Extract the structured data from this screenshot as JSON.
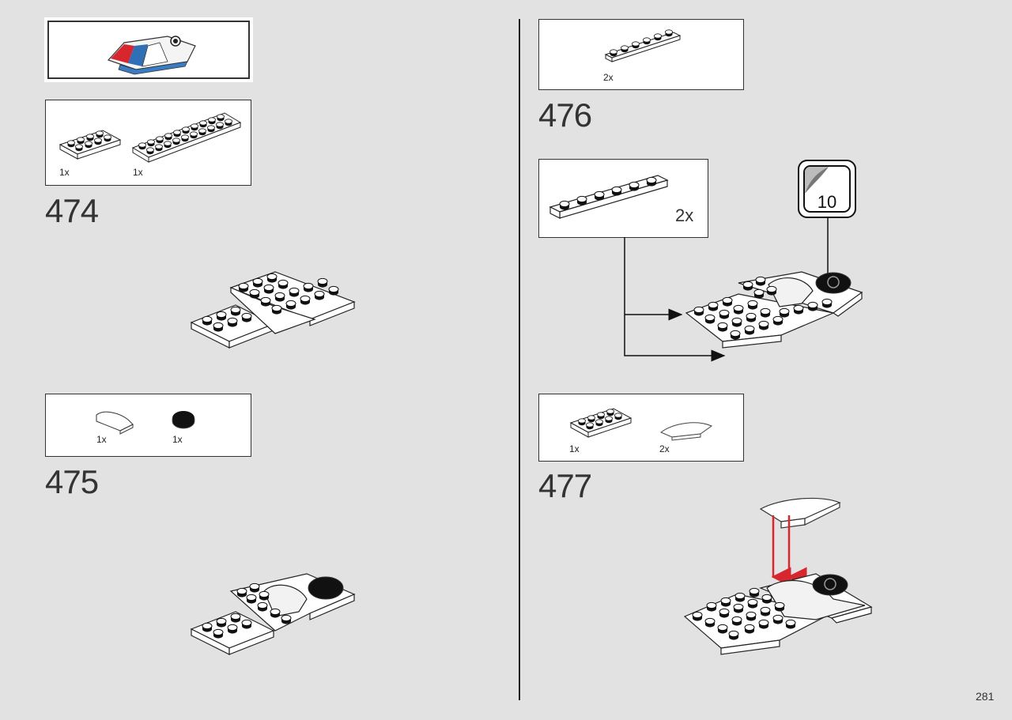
{
  "page_number": "281",
  "preview": {
    "description_icon": "car-preview-icon"
  },
  "step_474": {
    "number": "474",
    "parts": [
      {
        "qty": "1x"
      },
      {
        "qty": "1x"
      }
    ]
  },
  "step_475": {
    "number": "475",
    "parts": [
      {
        "qty": "1x"
      },
      {
        "qty": "1x"
      }
    ]
  },
  "top_right_callout": {
    "qty": "2x"
  },
  "step_476": {
    "number": "476",
    "subassembly_qty": "2x",
    "sticker_number": "10"
  },
  "step_477": {
    "number": "477",
    "parts": [
      {
        "qty": "1x"
      },
      {
        "qty": "2x"
      }
    ]
  },
  "colors": {
    "arrow_red": "#d8262f",
    "background": "#e2e2e2"
  }
}
